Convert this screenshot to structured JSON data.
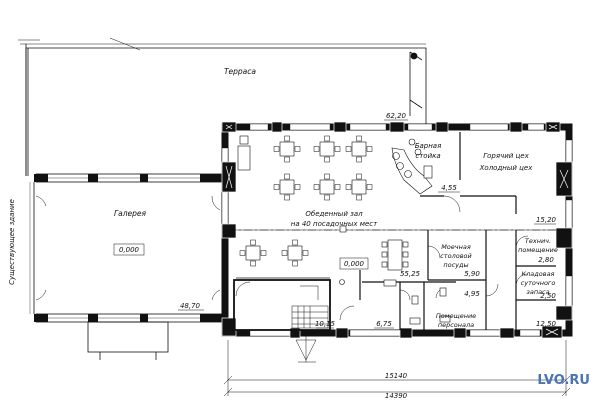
{
  "labels": {
    "terrace": "Терраса",
    "gallery": "Галерея",
    "existing_building": "Существующее здание",
    "bar": [
      "Барная",
      "стойка"
    ],
    "hot_shop": "Горячий цех",
    "cold_shop": "Холодный цех",
    "dining_hall": [
      "Обеденный зал",
      "на 40 посадочных мест"
    ],
    "dishwash": [
      "Моечная",
      "столовой",
      "посуды"
    ],
    "tech_room": [
      "Технич.",
      "помещение"
    ],
    "storage": [
      "Кладовая",
      "суточного",
      "запаса"
    ],
    "staff_room": [
      "Помещение",
      "персонала"
    ]
  },
  "levels": {
    "gallery_level": "0,000",
    "hall_level": "0,000"
  },
  "areas": {
    "dining": "62,20",
    "gallery": "48,70",
    "bar": "4,55",
    "hot_cold": "15,20",
    "tech": "2,80",
    "storage": "2,50",
    "corridor": "55,25",
    "dishwash": "5,90",
    "wc": "4,95",
    "stair": "10,15",
    "vestibule": "6,75",
    "staff": "12,50"
  },
  "dimensions": {
    "inner": "15140",
    "outer": "14390"
  },
  "watermark": "LVO.RU",
  "colors": {
    "wall": "#111111",
    "column": "#ffffff",
    "watermark": "#4a74b4"
  }
}
